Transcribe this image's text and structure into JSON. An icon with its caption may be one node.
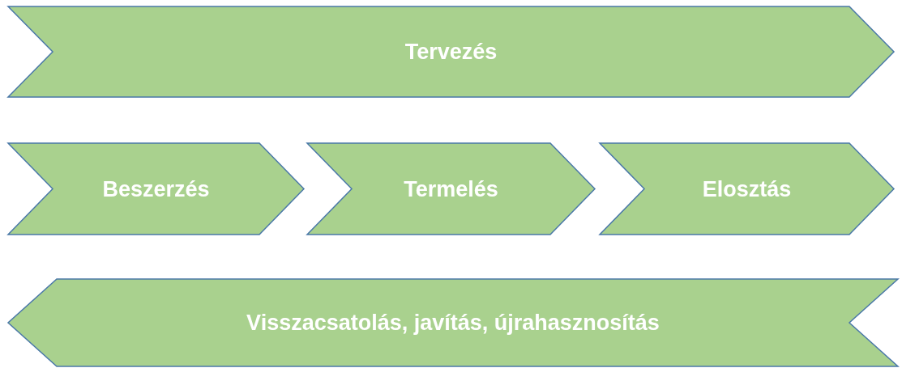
{
  "diagram": {
    "nodes": [
      {
        "text": [
          "Tervezés"
        ]
      },
      {
        "text": [
          "Beszerzés"
        ]
      },
      {
        "text": [
          "Termelés"
        ]
      },
      {
        "text": [
          "Elosztás"
        ]
      },
      {
        "text": [
          "Visszacsatolás, javítás, újrahasznosítás"
        ]
      }
    ]
  }
}
